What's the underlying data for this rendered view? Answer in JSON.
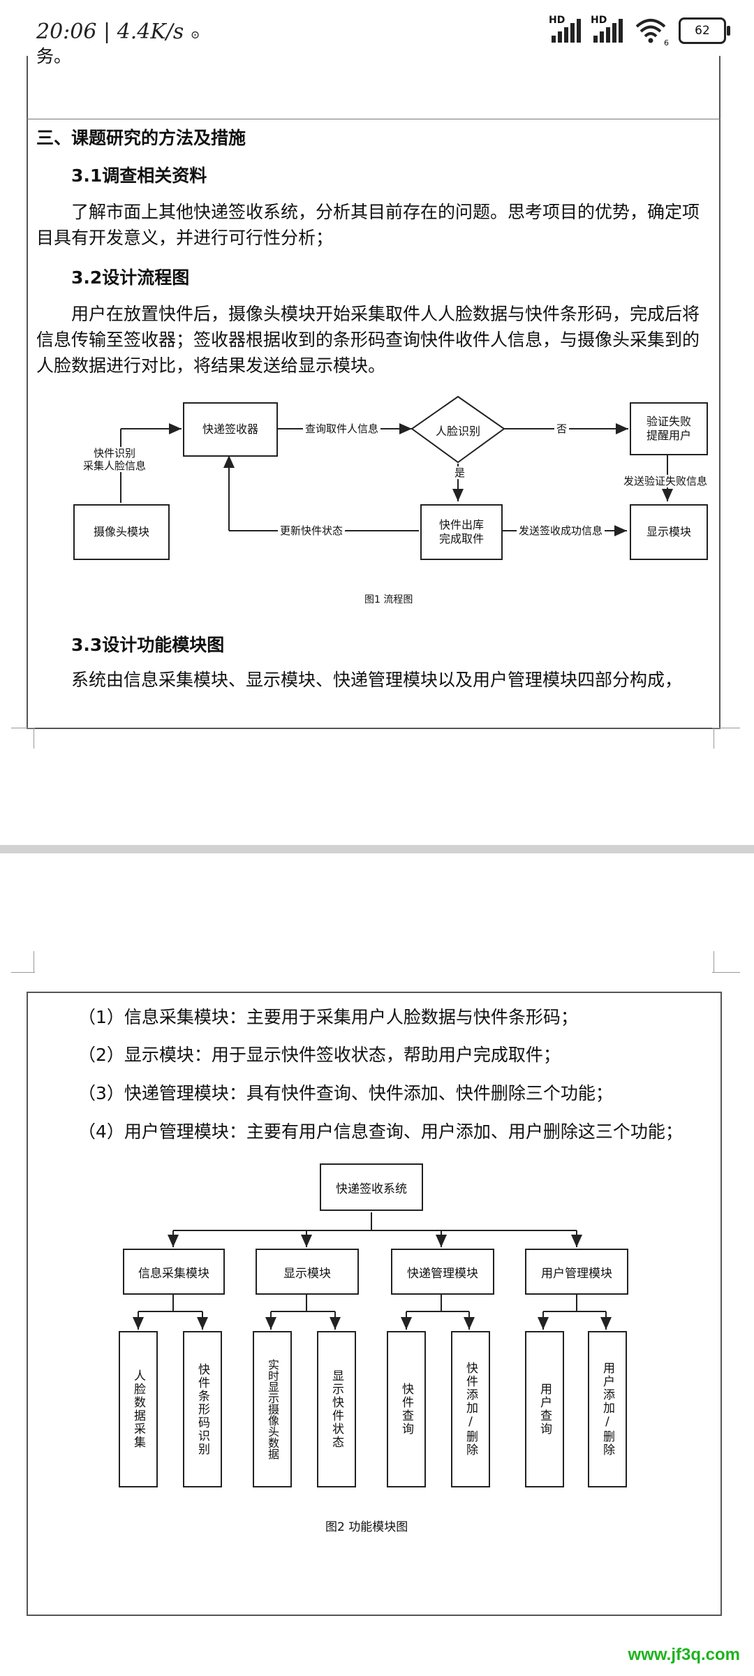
{
  "status_bar": {
    "time": "20:06",
    "speed": "4.4K/s",
    "net1": "HD",
    "net2": "HD",
    "wifi_badge": "6",
    "battery": "62"
  },
  "page1": {
    "top_fragment": "务。",
    "section_title": "三、课题研究的方法及措施",
    "s31_title": "3.1调查相关资料",
    "s31_body": "了解市面上其他快递签收系统，分析其目前存在的问题。思考项目的优势，确定项目具有开发意义，并进行可行性分析；",
    "s32_title": "3.2设计流程图",
    "s32_body": "用户在放置快件后，摄像头模块开始采集取件人人脸数据与快件条形码，完成后将信息传输至签收器；签收器根据收到的条形码查询快件收件人信息，与摄像头采集到的人脸数据进行对比，将结果发送给显示模块。",
    "flow": {
      "receiver": "快递签收器",
      "camera": "摄像头模块",
      "face": "人脸识别",
      "fail": "验证失败\n提醒用户",
      "outbound": "快件出库\n完成取件",
      "display": "显示模块",
      "lbl_collect": "快件识别\n采集人脸信息",
      "lbl_query": "查询取件人信息",
      "lbl_no": "否",
      "lbl_yes": "是",
      "lbl_send_fail": "发送验证失败信息",
      "lbl_update": "更新快件状态",
      "lbl_send_ok": "发送签收成功信息"
    },
    "fig1_caption": "图1 流程图",
    "s33_title": "3.3设计功能模块图",
    "s33_body": "系统由信息采集模块、显示模块、快递管理模块以及用户管理模块四部分构成，"
  },
  "page2": {
    "items": [
      "（1）信息采集模块：主要用于采集用户人脸数据与快件条形码；",
      "（2）显示模块：用于显示快件签收状态，帮助用户完成取件；",
      "（3）快递管理模块：具有快件查询、快件添加、快件删除三个功能；",
      "（4）用户管理模块：主要有用户信息查询、用户添加、用户删除这三个功能；"
    ],
    "tree": {
      "root": "快递签收系统",
      "modules": [
        "信息采集模块",
        "显示模块",
        "快递管理模块",
        "用户管理模块"
      ],
      "leaves": [
        "人脸数据采集",
        "快件条形码识别",
        "实时显示摄像头数据",
        "显示快件状态",
        "快件查询",
        "快件添加/删除",
        "用户查询",
        "用户添加/删除"
      ]
    },
    "fig2_caption": "图2 功能模块图"
  },
  "watermark": "www.jf3q.com"
}
